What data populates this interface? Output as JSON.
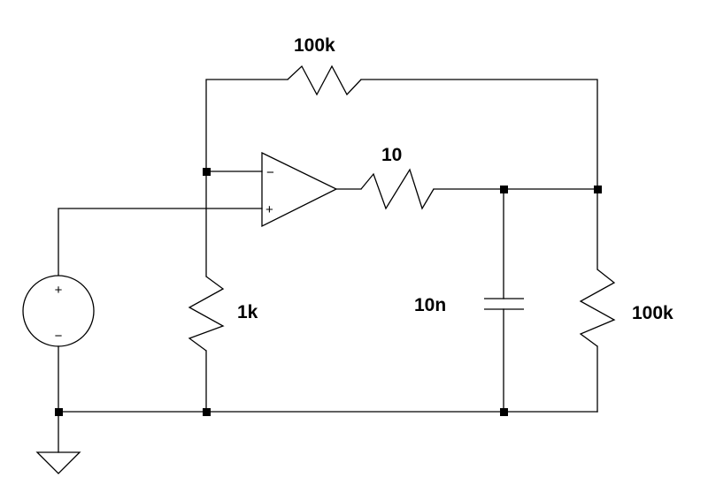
{
  "colors": {
    "line": "#000000",
    "background": "#ffffff",
    "node": "#000000"
  },
  "components": {
    "feedback_resistor": {
      "value": "100k"
    },
    "gain_resistor": {
      "value": "1k"
    },
    "series_resistor": {
      "value": "10"
    },
    "load_capacitor": {
      "value": "10n"
    },
    "load_resistor": {
      "value": "100k"
    },
    "source": {
      "plus_sign": "+",
      "minus_sign": "−"
    },
    "opamp": {
      "inverting_sign": "−",
      "noninverting_sign": "+"
    },
    "ground": {}
  }
}
